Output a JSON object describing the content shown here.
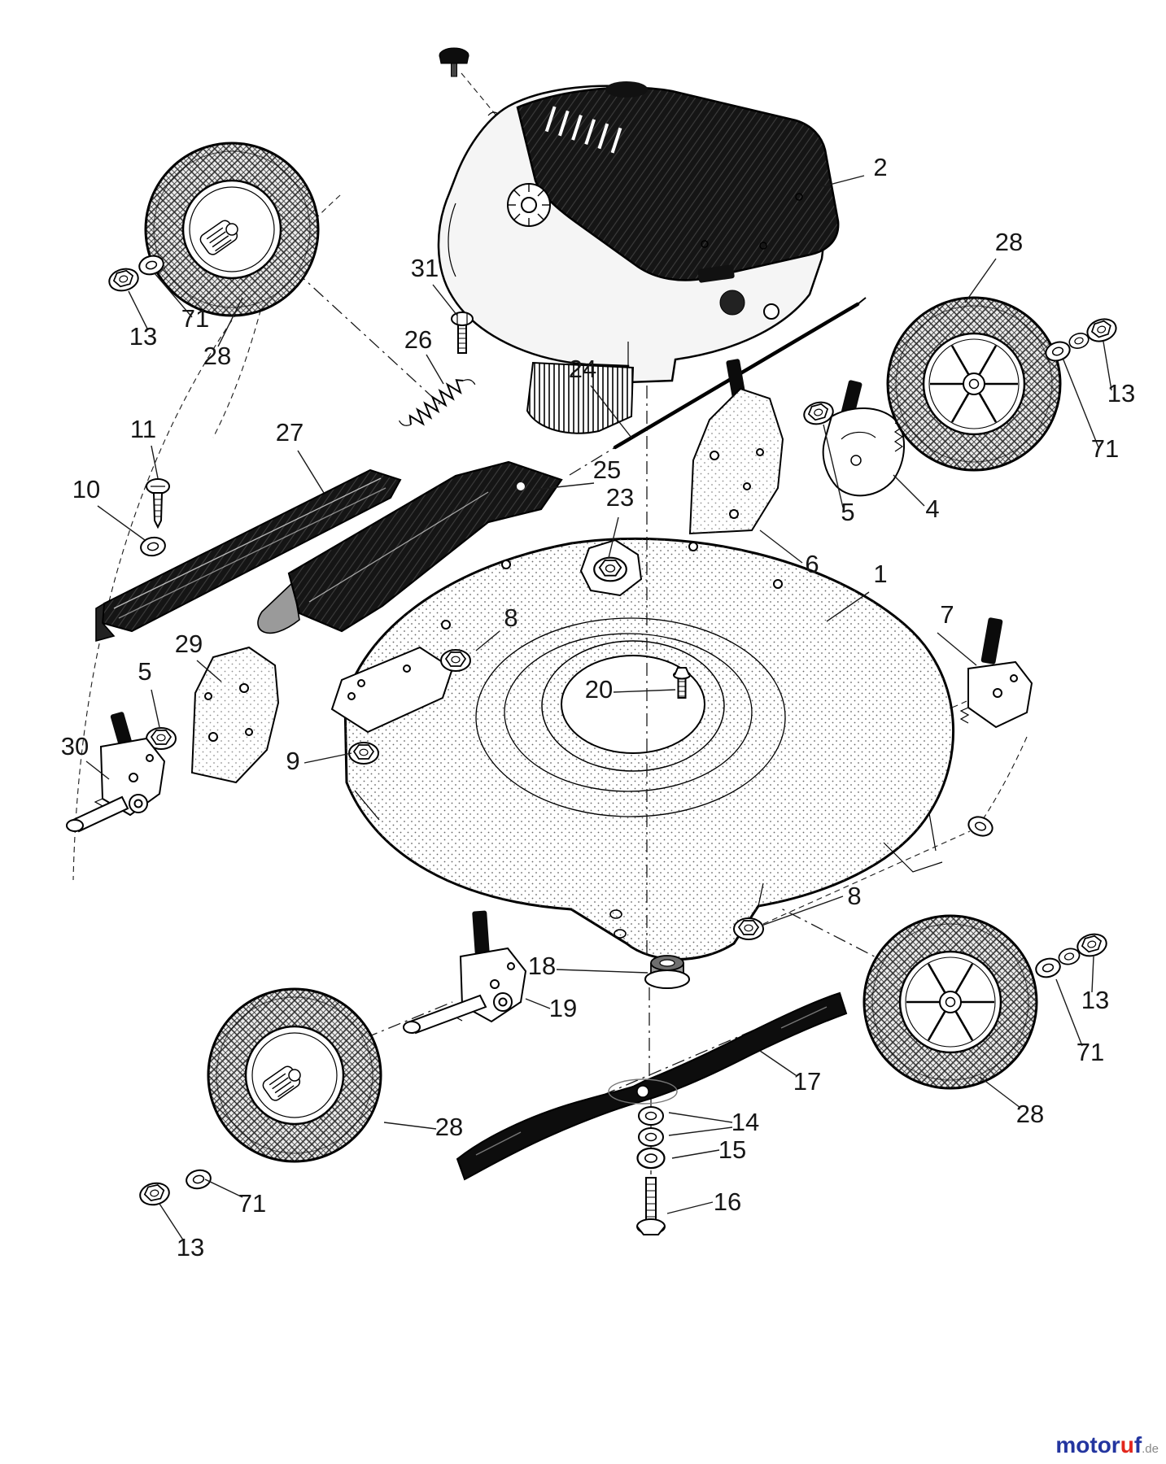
{
  "diagram": {
    "kind": "exploded-parts-diagram",
    "subject": "walk-behind lawn mower: engine, deck, wheels, blade and height adjusters"
  },
  "watermark": {
    "part_blue1": "motor",
    "part_red": "u",
    "part_blue2": "f",
    "suffix": ".de",
    "color_blue": "#23359f",
    "color_red": "#e2261c"
  },
  "callouts": [
    {
      "label": "2"
    },
    {
      "label": "28"
    },
    {
      "label": "31"
    },
    {
      "label": "13"
    },
    {
      "label": "71"
    },
    {
      "label": "28"
    },
    {
      "label": "26"
    },
    {
      "label": "24"
    },
    {
      "label": "13"
    },
    {
      "label": "11"
    },
    {
      "label": "27"
    },
    {
      "label": "71"
    },
    {
      "label": "25"
    },
    {
      "label": "10"
    },
    {
      "label": "23"
    },
    {
      "label": "4"
    },
    {
      "label": "5"
    },
    {
      "label": "6"
    },
    {
      "label": "1"
    },
    {
      "label": "7"
    },
    {
      "label": "8"
    },
    {
      "label": "29"
    },
    {
      "label": "5"
    },
    {
      "label": "20"
    },
    {
      "label": "9"
    },
    {
      "label": "30"
    },
    {
      "label": "8"
    },
    {
      "label": "18"
    },
    {
      "label": "19"
    },
    {
      "label": "13"
    },
    {
      "label": "71"
    },
    {
      "label": "17"
    },
    {
      "label": "28"
    },
    {
      "label": "14"
    },
    {
      "label": "28"
    },
    {
      "label": "15"
    },
    {
      "label": "16"
    },
    {
      "label": "71"
    },
    {
      "label": "13"
    }
  ]
}
